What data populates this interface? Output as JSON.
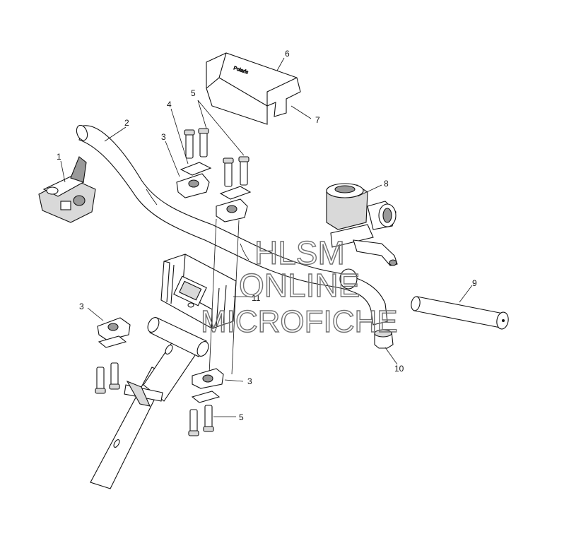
{
  "callouts": {
    "c1": "1",
    "c2": "2",
    "c3a": "3",
    "c3b": "3",
    "c3c": "3",
    "c4": "4",
    "c5a": "5",
    "c5b": "5",
    "c6": "6",
    "c7": "7",
    "c8": "8",
    "c9": "9",
    "c10": "10",
    "c11": "11"
  },
  "watermark": {
    "line1": "HLSM",
    "line2": "ONLINE",
    "line3": "MICROFICHE"
  },
  "colors": {
    "line": "#111111",
    "watermark": "#707070",
    "shade": "#d9d9d9"
  }
}
